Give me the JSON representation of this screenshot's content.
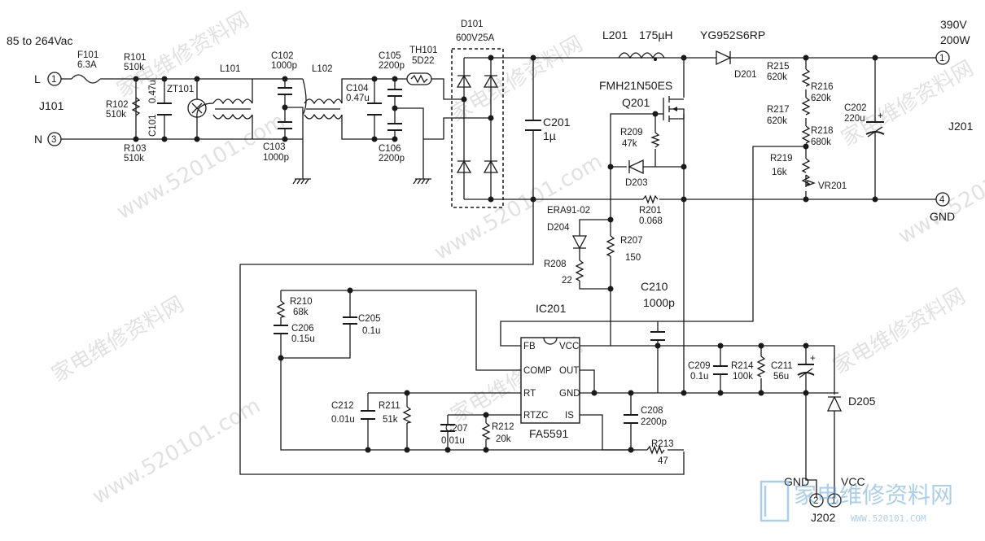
{
  "input": {
    "spec": "85 to 264Vac",
    "l": "L",
    "n": "N",
    "pin1": "1",
    "pin3": "3",
    "jack": "J101"
  },
  "output": {
    "voltage": "390V",
    "power": "200W",
    "pin1": "1",
    "pin4": "4",
    "gnd": "GND",
    "jack": "J201"
  },
  "aux": {
    "gnd": "GND",
    "vcc": "VCC",
    "pin2": "2",
    "pin1": "1",
    "jack": "J202"
  },
  "parts": {
    "F101": "F101",
    "F101v": "6.3A",
    "R101": "R101",
    "R101v": "510k",
    "R102": "R102",
    "R102v": "510k",
    "R103": "R103",
    "R103v": "510k",
    "C101": "C101",
    "C101v": "0.47u",
    "ZT101": "ZT101",
    "L101": "L101",
    "L102": "L102",
    "C102": "C102",
    "C102v": "1000p",
    "C103": "C103",
    "C103v": "1000p",
    "C104": "C104",
    "C104v": "0.47u",
    "C105": "C105",
    "C105v": "2200p",
    "C106": "C106",
    "C106v": "2200p",
    "TH101": "TH101",
    "TH101v": "5D22",
    "D101": "D101",
    "D101v": "600V25A",
    "C201": "C201",
    "C201v": "1µ",
    "L201": "L201",
    "L201v": "175µH",
    "D201": "D201",
    "D201p": "YG952S6RP",
    "Q201": "Q201",
    "Q201p": "FMH21N50ES",
    "R209": "R209",
    "R209v": "47k",
    "D203": "D203",
    "R201": "R201",
    "R201v": "0.068",
    "D204": "D204",
    "D204p": "ERA91-02",
    "R207": "R207",
    "R207v": "150",
    "R208": "R208",
    "R208v": "22",
    "R215": "R215",
    "R215v": "620k",
    "R216": "R216",
    "R216v": "620k",
    "R217": "R217",
    "R217v": "620k",
    "R218": "R218",
    "R218v": "680k",
    "R219": "R219",
    "R219v": "16k",
    "VR201": "VR201",
    "C202": "C202",
    "C202v": "220u",
    "R210": "R210",
    "R210v": "68k",
    "C206": "C206",
    "C206v": "0.15u",
    "C205": "C205",
    "C205v": "0.1u",
    "C210": "C210",
    "C210v": "1000p",
    "C212": "C212",
    "C212v": "0.01u",
    "R211": "R211",
    "R211v": "51k",
    "C207": "C207",
    "C207v": "0.01u",
    "R212": "R212",
    "R212v": "20k",
    "C208": "C208",
    "C208v": "2200p",
    "R213": "R213",
    "R213v": "47",
    "C209": "C209",
    "C209v": "0.1u",
    "R214": "R214",
    "R214v": "100k",
    "C211": "C211",
    "C211v": "56u",
    "D205": "D205"
  },
  "ic": {
    "ref": "IC201",
    "part": "FA5591",
    "fb": "FB",
    "comp": "COMP",
    "rt": "RT",
    "rtzc": "RTZC",
    "vcc": "VCC",
    "out": "OUT",
    "gnd": "GND",
    "is": "IS"
  },
  "watermarks": {
    "site": "www.520101.com",
    "cn": "家电维修资料网",
    "logo_cn": "家电维修资料网",
    "logo_url": "WWW.520101.COM"
  }
}
